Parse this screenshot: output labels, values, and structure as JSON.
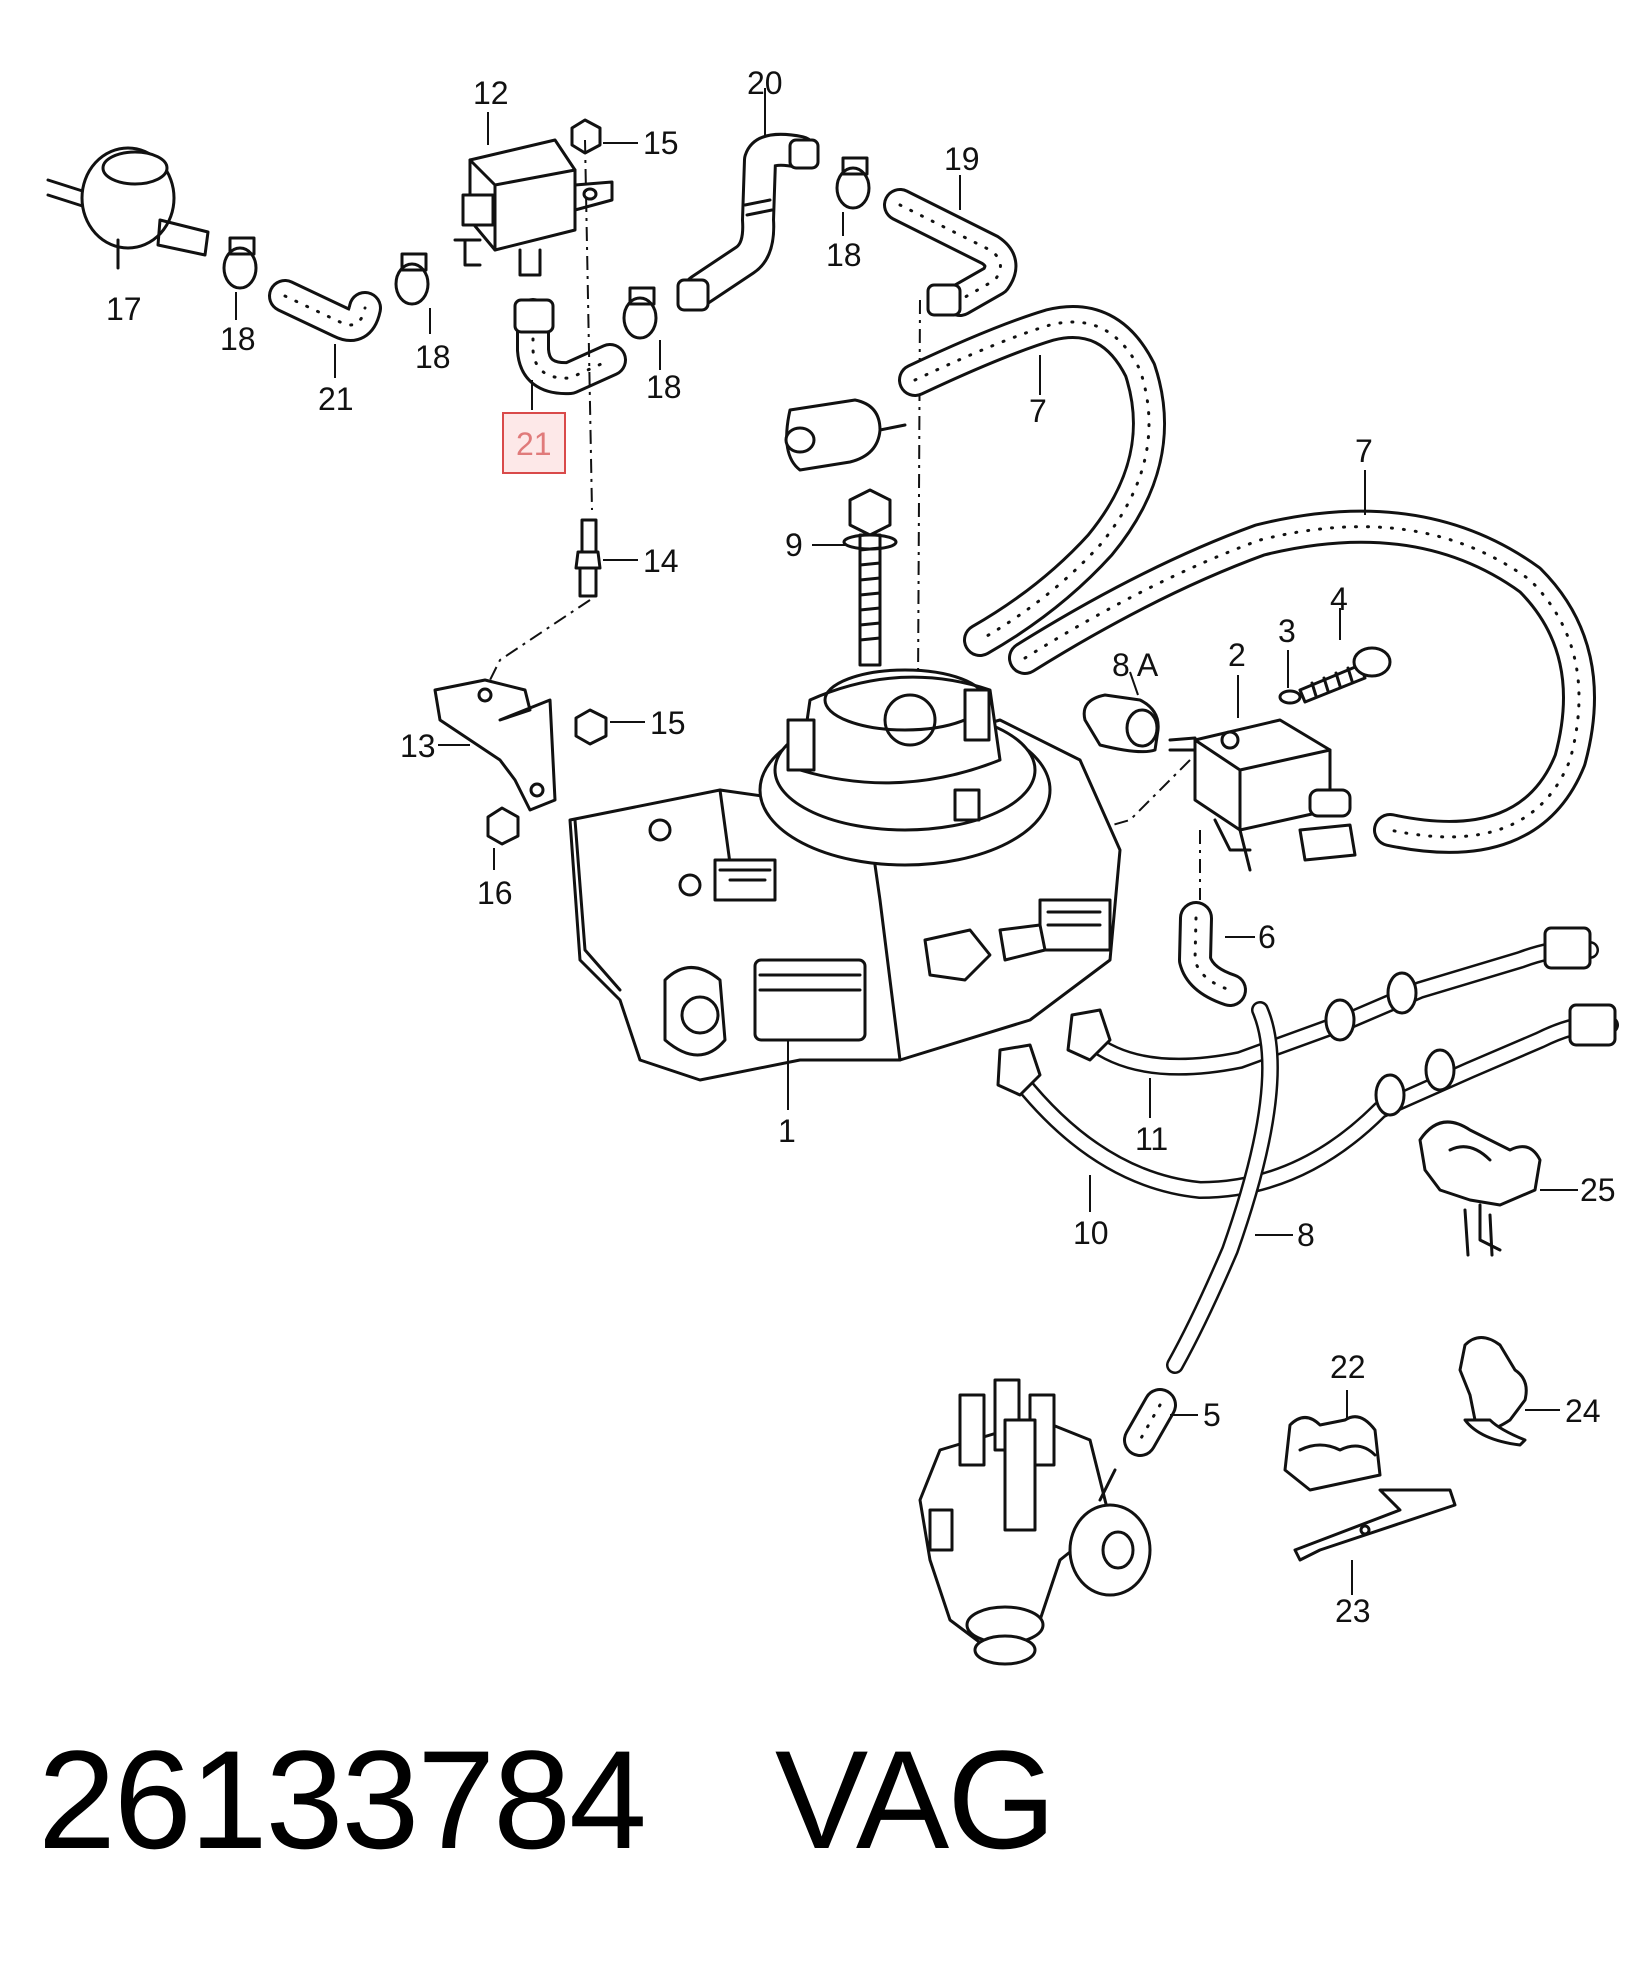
{
  "diagram": {
    "callouts": {
      "c1": "1",
      "c2": "2",
      "c3": "3",
      "c4": "4",
      "c5": "5",
      "c6": "6",
      "c7a": "7",
      "c7b": "7",
      "c8": "8",
      "c8a": "8 A",
      "c9": "9",
      "c10": "10",
      "c11": "11",
      "c12": "12",
      "c13": "13",
      "c14": "14",
      "c15a": "15",
      "c15b": "15",
      "c16": "16",
      "c17": "17",
      "c18a": "18",
      "c18b": "18",
      "c18c": "18",
      "c18d": "18",
      "c19": "19",
      "c20": "20",
      "c21a": "21",
      "c21b": "21",
      "c22": "22",
      "c23": "23",
      "c24": "24",
      "c25": "25"
    },
    "highlighted_callout": "21",
    "highlight_color": "#d94a4a"
  },
  "footer": {
    "part_number": "26133784",
    "brand": "VAG"
  }
}
